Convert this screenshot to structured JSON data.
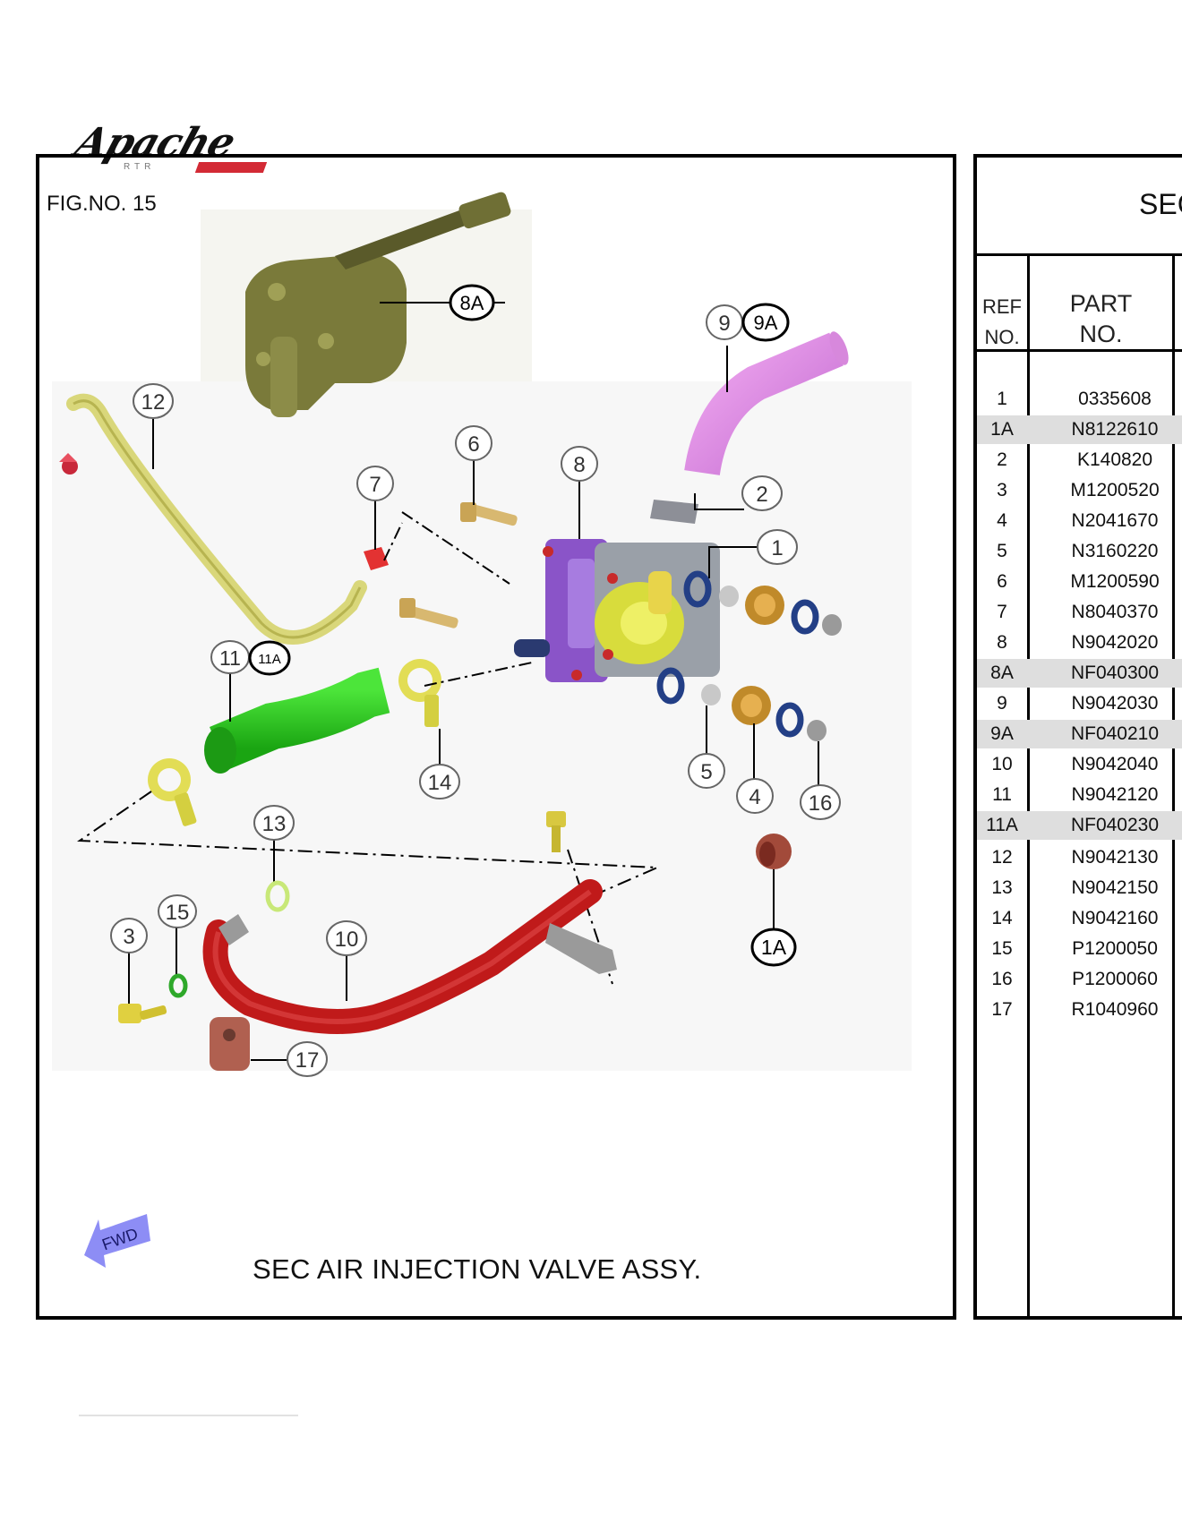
{
  "brand": {
    "logo_text": "Apache",
    "logo_subtext": "RTR"
  },
  "figure": {
    "fig_no": "FIG.NO. 15",
    "caption": "SEC AIR INJECTION VALVE ASSY.",
    "fwd_label": "FWD",
    "callouts": [
      "8A",
      "9",
      "9A",
      "12",
      "6",
      "7",
      "8",
      "2",
      "1",
      "11",
      "11A",
      "14",
      "5",
      "4",
      "16",
      "13",
      "15",
      "3",
      "10",
      "1A",
      "17"
    ]
  },
  "table": {
    "title": "SEC",
    "columns": [
      "REF NO.",
      "PART NO."
    ],
    "col_ref_l1": "REF",
    "col_ref_l2": "NO.",
    "col_part_l1": "PART",
    "col_part_l2": "NO.",
    "rows": [
      {
        "ref": "1",
        "part": "0335608",
        "shaded": false
      },
      {
        "ref": "1A",
        "part": "N8122610",
        "shaded": true
      },
      {
        "ref": "2",
        "part": "K140820",
        "shaded": false
      },
      {
        "ref": "3",
        "part": "M1200520",
        "shaded": false
      },
      {
        "ref": "4",
        "part": "N2041670",
        "shaded": false
      },
      {
        "ref": "5",
        "part": "N3160220",
        "shaded": false
      },
      {
        "ref": "6",
        "part": "M1200590",
        "shaded": false
      },
      {
        "ref": "7",
        "part": "N8040370",
        "shaded": false
      },
      {
        "ref": "8",
        "part": "N9042020",
        "shaded": false
      },
      {
        "ref": "8A",
        "part": "NF040300",
        "shaded": true
      },
      {
        "ref": "9",
        "part": "N9042030",
        "shaded": false
      },
      {
        "ref": "9A",
        "part": "NF040210",
        "shaded": true
      },
      {
        "ref": "10",
        "part": "N9042040",
        "shaded": false
      },
      {
        "ref": "11",
        "part": "N9042120",
        "shaded": false
      },
      {
        "ref": "11A",
        "part": "NF040230",
        "shaded": true
      },
      {
        "ref": "12",
        "part": "N9042130",
        "shaded": false
      },
      {
        "ref": "13",
        "part": "N9042150",
        "shaded": false
      },
      {
        "ref": "14",
        "part": "N9042160",
        "shaded": false
      },
      {
        "ref": "15",
        "part": "P1200050",
        "shaded": false
      },
      {
        "ref": "16",
        "part": "P1200060",
        "shaded": false
      },
      {
        "ref": "17",
        "part": "R1040960",
        "shaded": false
      }
    ]
  },
  "colors": {
    "valve_purple": "#8a54c8",
    "valve_yellow": "#d8dc3c",
    "hose_pink": "#e58ce6",
    "hose_green": "#2ecb1e",
    "pipe_red": "#c01a1a",
    "pipe_yellow": "#d9d77a",
    "washer_blue": "#233f86",
    "fwd_arrow": "#8d8df5",
    "table_shade": "#dedede"
  }
}
